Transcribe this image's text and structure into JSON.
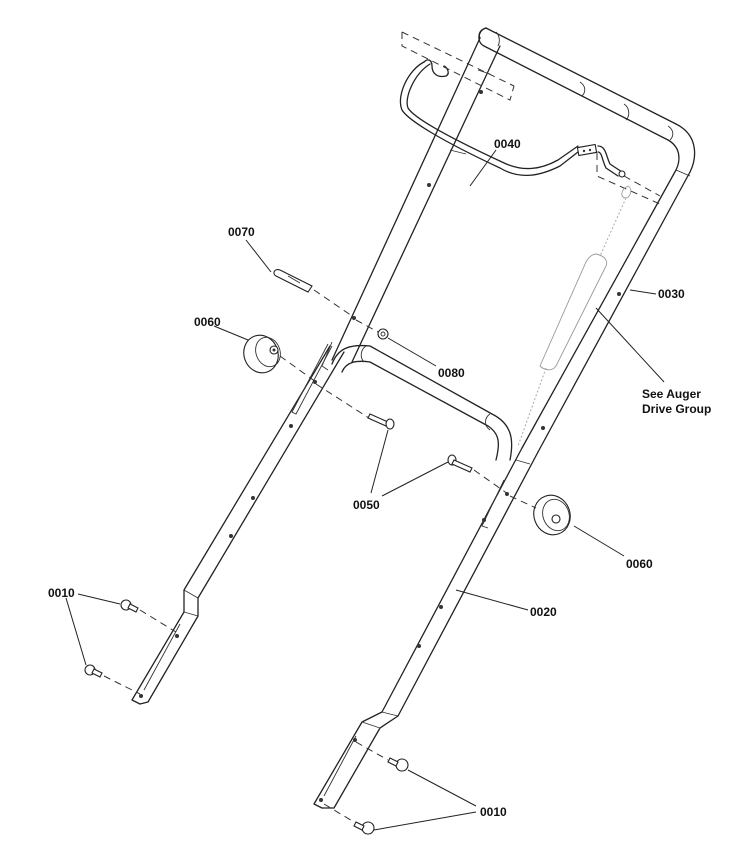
{
  "diagram": {
    "title": "Handle assembly exploded view",
    "labels": {
      "p0010_left": "0010",
      "p0010_right": "0010",
      "p0020": "0020",
      "p0030": "0030",
      "p0040": "0040",
      "p0050": "0050",
      "p0060_left": "0060",
      "p0060_right": "0060",
      "p0070": "0070",
      "p0080": "0080",
      "note_line1": "See Auger",
      "note_line2": "Drive Group"
    },
    "colors": {
      "line": "#222222",
      "ghost": "#9a9a9a",
      "background": "#ffffff"
    }
  }
}
